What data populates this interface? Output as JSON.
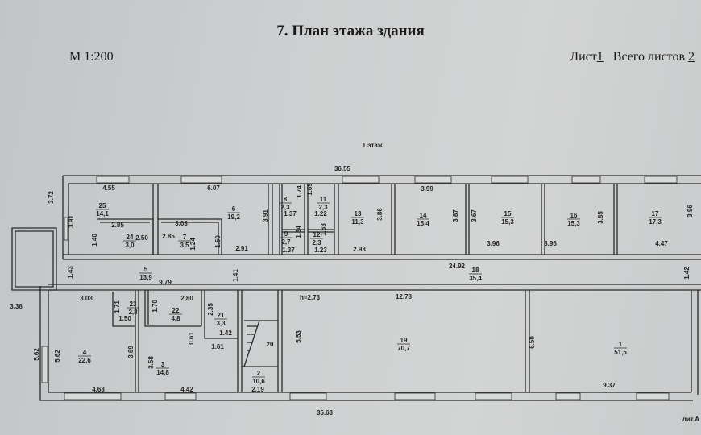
{
  "header": {
    "title": "7. План этажа   здания",
    "scale": "М 1:200",
    "sheet_label": "Лист",
    "sheet_number": "1",
    "total_label": "Всего листов",
    "total_number": "2"
  },
  "floor_label": "1 этаж",
  "litera": "лит.А",
  "ceiling_height": "h=2,73",
  "rooms": [
    {
      "no": "25",
      "area": "14,1"
    },
    {
      "no": "6",
      "area": "19,2"
    },
    {
      "no": "8",
      "area": "2,3"
    },
    {
      "no": "11",
      "area": "2,3"
    },
    {
      "no": "9",
      "area": "2,7"
    },
    {
      "no": "12",
      "area": "2,3"
    },
    {
      "no": "24",
      "area": "3,0"
    },
    {
      "no": "7",
      "area": "3,5"
    },
    {
      "no": "13",
      "area": "11,3"
    },
    {
      "no": "14",
      "area": "15,4"
    },
    {
      "no": "15",
      "area": "15,3"
    },
    {
      "no": "16",
      "area": "15,3"
    },
    {
      "no": "17",
      "area": "17,3"
    },
    {
      "no": "5",
      "area": "13,9"
    },
    {
      "no": "18",
      "area": "35,4"
    },
    {
      "no": "23",
      "area": "2,8"
    },
    {
      "no": "22",
      "area": "4,8"
    },
    {
      "no": "21",
      "area": "3,3"
    },
    {
      "no": "4",
      "area": "22,6"
    },
    {
      "no": "3",
      "area": "14,8"
    },
    {
      "no": "2",
      "area": "10,6"
    },
    {
      "no": "19",
      "area": "70,7"
    },
    {
      "no": "1",
      "area": "51,5"
    },
    {
      "no": "20",
      "area": ""
    }
  ],
  "dimensions": [
    "36.55",
    "3.72",
    "4.55",
    "6.07",
    "3.91",
    "2.85",
    "3.03",
    "3.91",
    "1.74",
    "1.37",
    "1.69",
    "1.22",
    "1.40",
    "2.50",
    "2.85",
    "1.24",
    "1.50",
    "2.91",
    "1.34",
    "1.37",
    "1.63",
    "1.23",
    "2.93",
    "3.86",
    "3.99",
    "3.87",
    "3.67",
    "3.96",
    "3.96",
    "3.85",
    "3.96",
    "4.47",
    "1.43",
    "9.79",
    "1.41",
    "24.92",
    "1.42",
    "3.03",
    "2.80",
    "1.70",
    "1.71",
    "1.50",
    "2.35",
    "1.42",
    "1.61",
    "0.61",
    "3.69",
    "3.58",
    "5.62",
    "5.62",
    "3.36",
    "4.63",
    "4.42",
    "2.19",
    "35.63",
    "12.78",
    "5.53",
    "6.50",
    "9.37",
    "20"
  ]
}
